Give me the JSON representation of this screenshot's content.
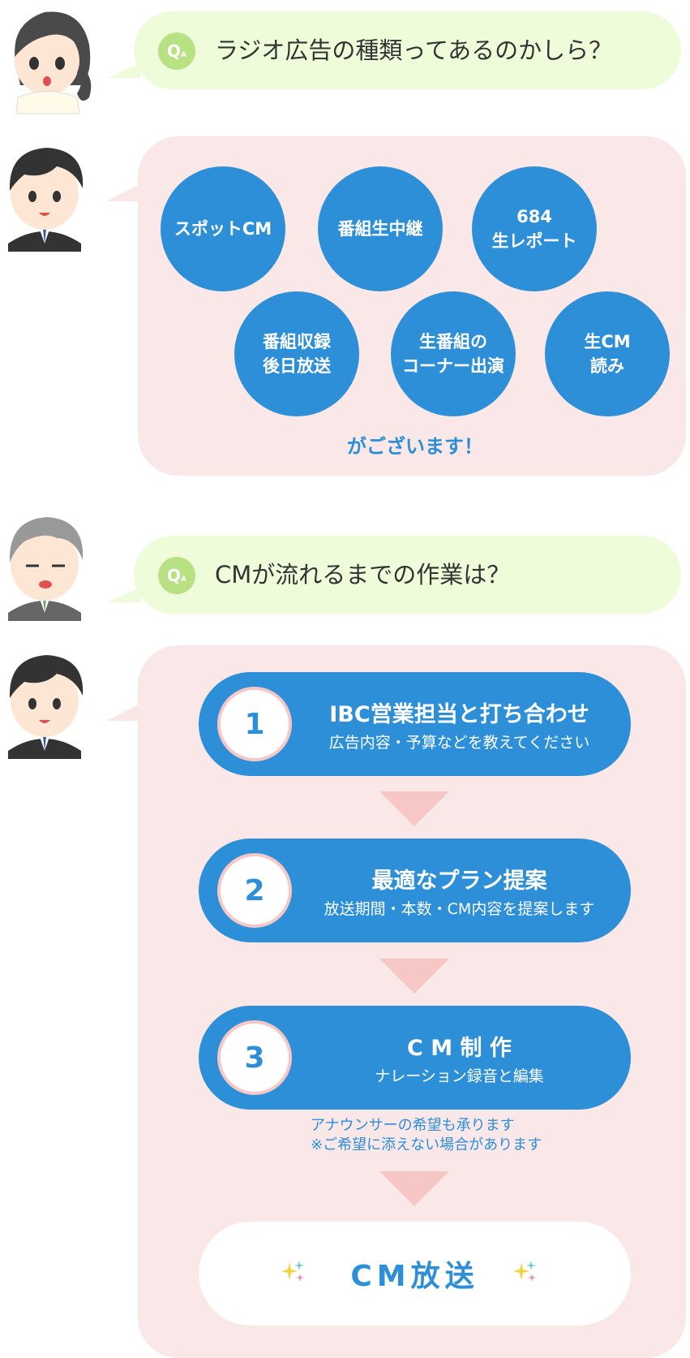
{
  "q1": {
    "badge": "Q",
    "badge_sub": "A",
    "text": "ラジオ広告の種類ってあるのかしら？"
  },
  "a1": {
    "circles": [
      {
        "label": "スポットCM"
      },
      {
        "label": "番組生中継"
      },
      {
        "label": "684\n生レポート"
      },
      {
        "label": "番組収録\n後日放送"
      },
      {
        "label": "生番組の\nコーナー出演"
      },
      {
        "label": "生CM\n読み"
      }
    ],
    "closing": "がございます！"
  },
  "q2": {
    "badge": "Q",
    "badge_sub": "A",
    "text": "CMが流れるまでの作業は？"
  },
  "a2": {
    "steps": [
      {
        "num": "1",
        "title": "IBC営業担当と打ち合わせ",
        "sub": "広告内容・予算などを教えてください"
      },
      {
        "num": "2",
        "title": "最適なプラン提案",
        "sub": "放送期間・本数・CM内容を提案します"
      },
      {
        "num": "3",
        "title": "C M 制 作",
        "sub": "ナレーション録音と編集"
      }
    ],
    "note_line1": "アナウンサーの希望も承ります",
    "note_line2": "※ご希望に添えない場合があります",
    "final": "CM放送"
  },
  "colors": {
    "accent_blue": "#2d8fd8",
    "question_bg": "#eefcd9",
    "answer_bg": "#f9e8e7",
    "arrow_pink": "#f6c7c4",
    "badge_green": "#b8e184"
  },
  "icons": [
    "woman-avatar-icon",
    "man-avatar-icon",
    "elder-man-avatar-icon",
    "sparkle-icon"
  ]
}
